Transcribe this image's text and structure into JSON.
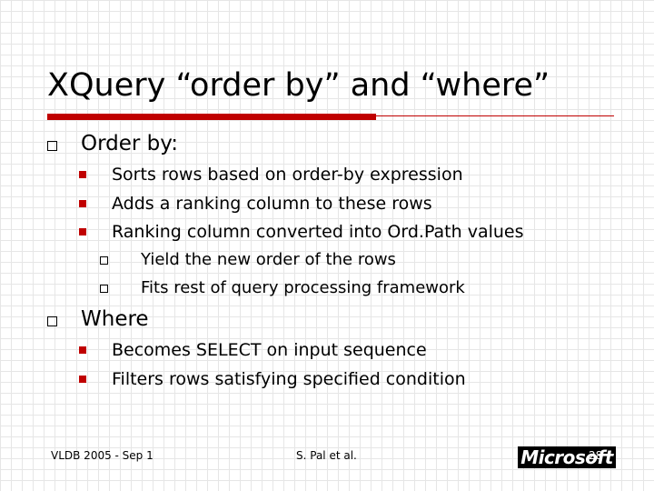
{
  "slide": {
    "title": "XQuery “order by” and “where”",
    "bullets": [
      {
        "text": "Order by:",
        "sub": [
          {
            "text": "Sorts rows based on order-by expression"
          },
          {
            "text": "Adds a ranking column to these rows"
          },
          {
            "text": "Ranking column converted into Ord.Path values",
            "sub": [
              "Yield the new order of the rows",
              "Fits rest of query processing framework"
            ]
          }
        ]
      },
      {
        "text": "Where",
        "sub": [
          {
            "text": "Becomes  SELECT on input sequence"
          },
          {
            "text": "Filters rows satisfying specified condition"
          }
        ]
      }
    ]
  },
  "footer": {
    "left": "VLDB 2005 - Sep 1",
    "center": "S. Pal et al.",
    "logo": "Microsoft",
    "page": "28"
  },
  "colors": {
    "accent": "#c00000",
    "grid": "#e6e6e6"
  }
}
